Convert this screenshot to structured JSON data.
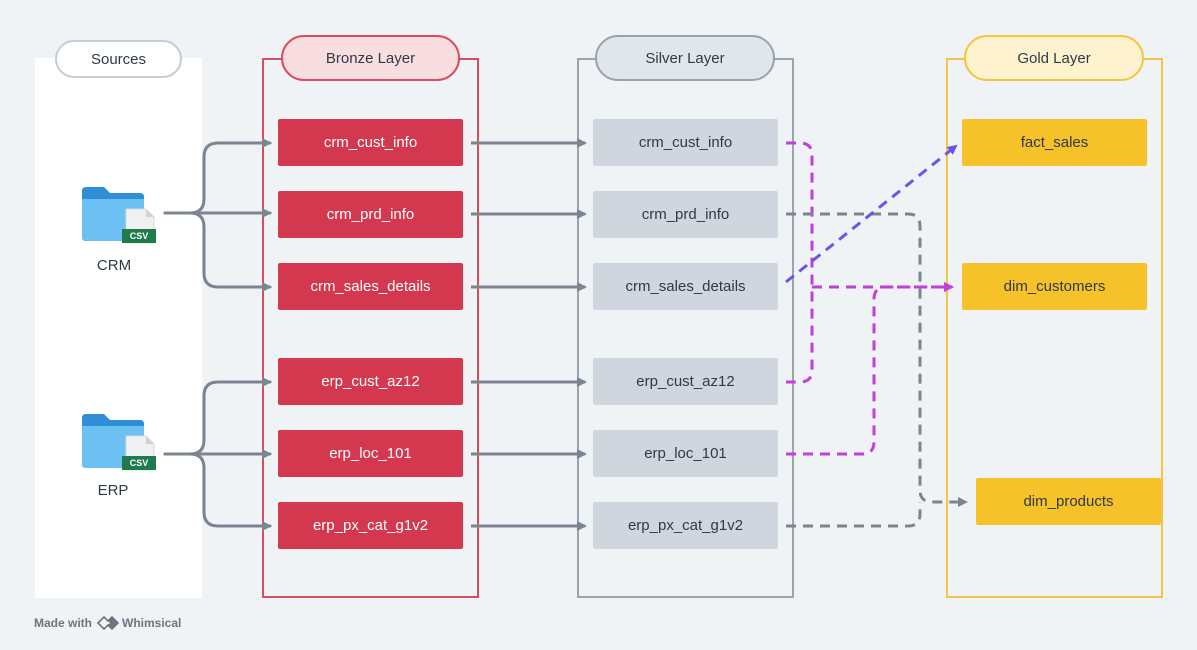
{
  "headers": {
    "sources": "Sources",
    "bronze": "Bronze Layer",
    "silver": "Silver Layer",
    "gold": "Gold Layer"
  },
  "sources": [
    {
      "label": "CRM",
      "badge": "CSV",
      "icon": "csv-folder-icon"
    },
    {
      "label": "ERP",
      "badge": "CSV",
      "icon": "csv-folder-icon"
    }
  ],
  "bronze": [
    "crm_cust_info",
    "crm_prd_info",
    "crm_sales_details",
    "erp_cust_az12",
    "erp_loc_101",
    "erp_px_cat_g1v2"
  ],
  "silver": [
    "crm_cust_info",
    "crm_prd_info",
    "crm_sales_details",
    "erp_cust_az12",
    "erp_loc_101",
    "erp_px_cat_g1v2"
  ],
  "gold": [
    "fact_sales",
    "dim_customers",
    "dim_products"
  ],
  "colors": {
    "bronze": "#d3384e",
    "silver": "#cfd6dd",
    "gold": "#f6c22a",
    "arrow_solid": "#7a8590",
    "link_customers": "#c040d8",
    "link_sales": "#6a55e8",
    "link_products": "#7a8590"
  },
  "footer": {
    "prefix": "Made with",
    "brand": "Whimsical"
  }
}
